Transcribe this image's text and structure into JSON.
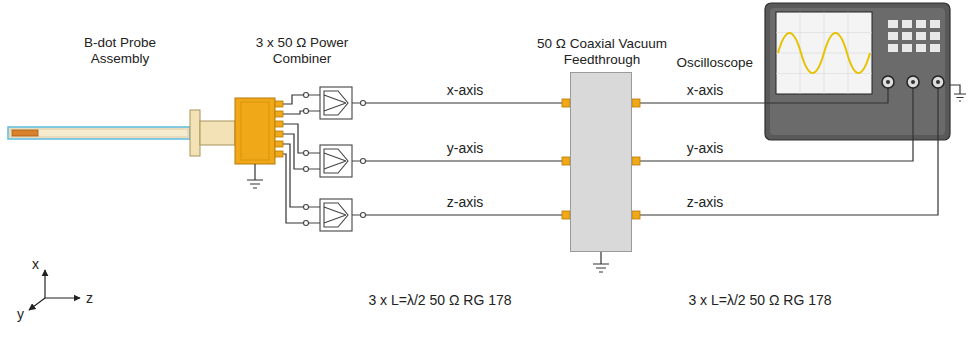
{
  "diagram": {
    "nodes": [
      {
        "text": [
          "B-dot Probe Assembly"
        ]
      },
      {
        "text": [
          "3 x 50 Ω Power Combiner"
        ]
      },
      {
        "text": [
          "50 Ω Coaxial Vacuum Feedthrough"
        ]
      },
      {
        "text": [
          "Oscilloscope"
        ]
      }
    ],
    "edges": [
      {
        "from": 0,
        "to": 1,
        "arrow": "none"
      },
      {
        "from": 0,
        "to": 1,
        "arrow": "none"
      },
      {
        "from": 0,
        "to": 1,
        "arrow": "none"
      },
      {
        "from": 0,
        "to": 1,
        "arrow": "none"
      },
      {
        "from": 0,
        "to": 1,
        "arrow": "none"
      },
      {
        "from": 0,
        "to": 1,
        "arrow": "none"
      },
      {
        "from": 1,
        "to": 2,
        "label": "x-axis",
        "arrow": "none"
      },
      {
        "from": 1,
        "to": 2,
        "label": "y-axis",
        "arrow": "none"
      },
      {
        "from": 1,
        "to": 2,
        "label": "z-axis",
        "arrow": "none"
      },
      {
        "from": 2,
        "to": 3,
        "label": "x-axis",
        "arrow": "none"
      },
      {
        "from": 2,
        "to": 3,
        "label": "y-axis",
        "arrow": "none"
      },
      {
        "from": 2,
        "to": 3,
        "label": "z-axis",
        "arrow": "none"
      }
    ],
    "labels": [
      "x",
      "y",
      "z",
      "3 x L=λ/2 50 Ω RG 178",
      "3 x L=λ/2 50 Ω RG 178"
    ]
  }
}
